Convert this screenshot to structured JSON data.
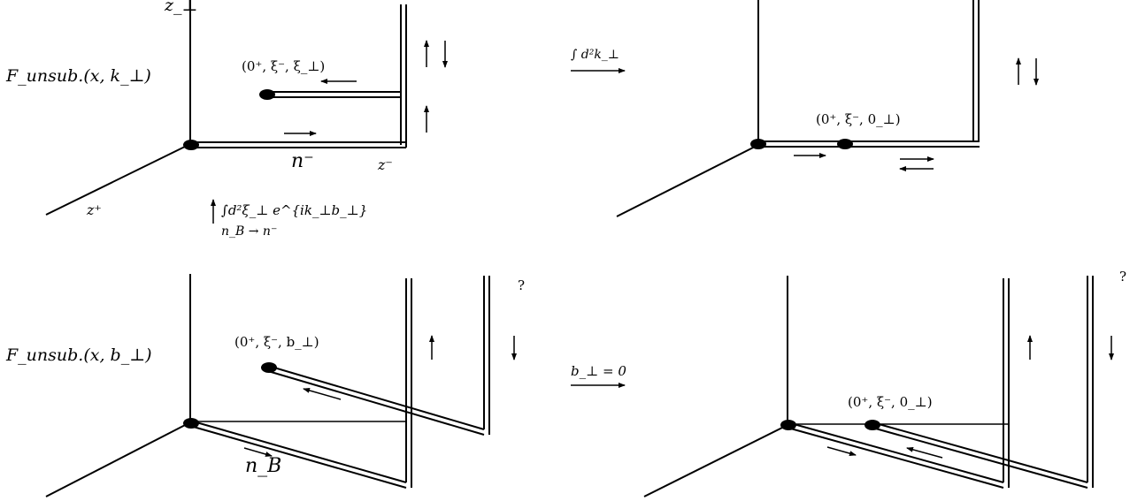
{
  "panels": {
    "top_left": {
      "function_label": "F_unsub.(x, k_⊥)",
      "point_label": "(0⁺, ξ⁻, ξ_⊥)",
      "axis_z_perp": "z_⊥",
      "axis_z_plus": "z⁺",
      "axis_z_minus": "z⁻",
      "vector_label": "n⁻"
    },
    "top_right": {
      "arrow_label": "∫ d²k_⊥",
      "point_label": "(0⁺, ξ⁻, 0_⊥)"
    },
    "bottom_left": {
      "function_label": "F_unsub.(x, b_⊥)",
      "point_label": "(0⁺, ξ⁻, b_⊥)",
      "vector_label": "n_B",
      "question_mark": "?"
    },
    "bottom_right": {
      "arrow_label": "b_⊥ = 0",
      "point_label": "(0⁺, ξ⁻, 0_⊥)",
      "question_mark": "?"
    },
    "vertical_transition": {
      "line1": "∫d²ξ_⊥ e^{ik_⊥b_⊥}",
      "line2": "n_B → n⁻"
    }
  }
}
